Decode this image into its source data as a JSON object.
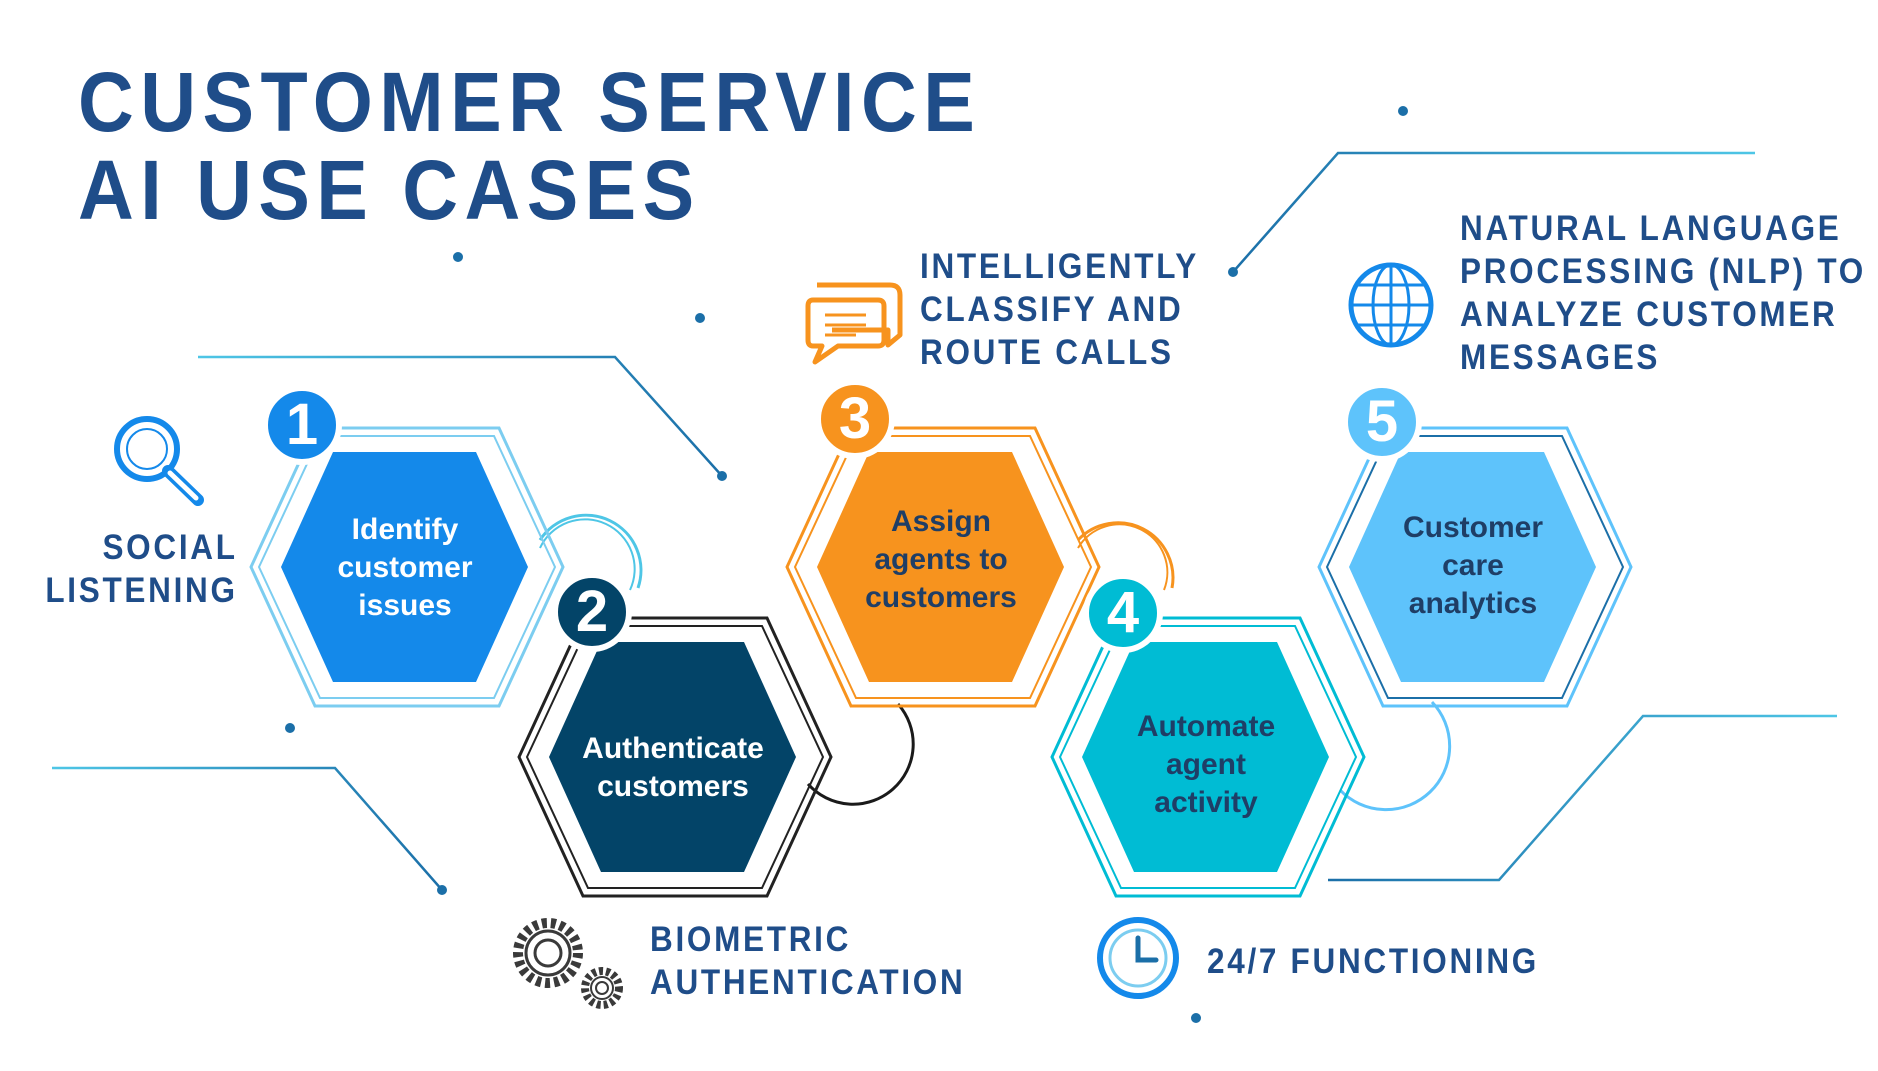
{
  "title": {
    "line1": "CUSTOMER SERVICE",
    "line2": "AI USE CASES"
  },
  "steps": [
    {
      "number": "1",
      "lines": [
        "Identify",
        "customer",
        "issues"
      ],
      "color": "#1489ea",
      "text_color": "#ffffff"
    },
    {
      "number": "2",
      "lines": [
        "Authenticate",
        "customers"
      ],
      "color": "#034468",
      "text_color": "#ffffff"
    },
    {
      "number": "3",
      "lines": [
        "Assign",
        "agents to",
        "customers"
      ],
      "color": "#f7931e",
      "text_color": "#1f3e66"
    },
    {
      "number": "4",
      "lines": [
        "Automate",
        "agent",
        "activity"
      ],
      "color": "#00bcd4",
      "text_color": "#1f3e66"
    },
    {
      "number": "5",
      "lines": [
        "Customer",
        "care",
        "analytics"
      ],
      "color": "#5ec3fb",
      "text_color": "#1f3e66"
    }
  ],
  "captions": {
    "social": {
      "lines": [
        "SOCIAL",
        "LISTENING"
      ],
      "icon": "magnifier-icon"
    },
    "biometric": {
      "lines": [
        "BIOMETRIC",
        "AUTHENTICATION"
      ],
      "icon": "gears-icon"
    },
    "classify": {
      "lines": [
        "INTELLIGENTLY",
        "CLASSIFY AND",
        "ROUTE CALLS"
      ],
      "icon": "chat-bubbles-icon"
    },
    "functioning": {
      "lines": [
        "24/7 FUNCTIONING"
      ],
      "icon": "clock-icon"
    },
    "nlp": {
      "lines": [
        "NATURAL LANGUAGE",
        "PROCESSING (NLP) TO",
        "ANALYZE CUSTOMER",
        "MESSAGES"
      ],
      "icon": "globe-icon"
    }
  },
  "colors": {
    "title": "#1f4d89",
    "caption": "#1f4d89",
    "line": "#1b7fb0",
    "line_light": "#4ec6e6",
    "orange": "#f7931e"
  }
}
